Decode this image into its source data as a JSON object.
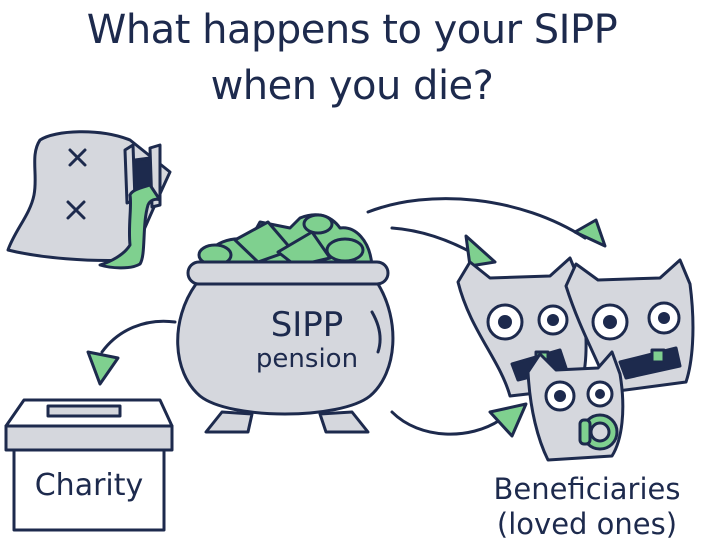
{
  "title": {
    "line1": "What happens to your SIPP",
    "line2": "when you die?"
  },
  "pot": {
    "line1": "SIPP",
    "line2": "pension"
  },
  "charity": {
    "label": "Charity"
  },
  "beneficiaries": {
    "line1": "Beneficiaries",
    "line2": "(loved ones)"
  },
  "colors": {
    "ink": "#1d2a4d",
    "grey_fill": "#d5d7dd",
    "green": "#7fd08f",
    "dark_green": "#2f7d44",
    "white": "#ffffff"
  }
}
